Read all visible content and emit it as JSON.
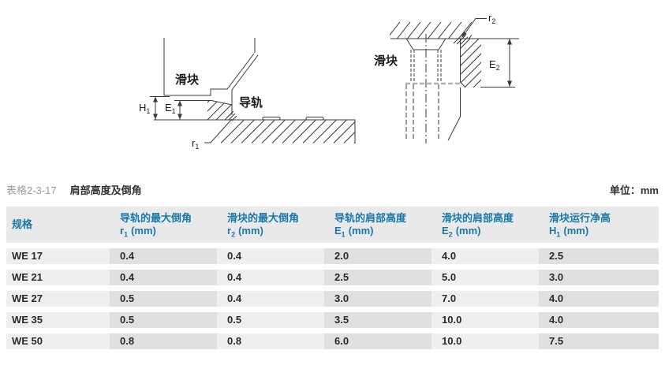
{
  "caption": {
    "label": "表格2-3-17",
    "title": "肩部高度及倒角",
    "unit": "单位：mm"
  },
  "diagrams": {
    "left": {
      "block_label": "滑块",
      "rail_label": "导轨",
      "h1": {
        "base": "H",
        "sub": "1"
      },
      "e1": {
        "base": "E",
        "sub": "1"
      },
      "r1": {
        "base": "r",
        "sub": "1"
      }
    },
    "right": {
      "block_label": "滑块",
      "r2": {
        "base": "r",
        "sub": "2"
      },
      "e2": {
        "base": "E",
        "sub": "2"
      }
    }
  },
  "table": {
    "columns": [
      {
        "label": "规格",
        "symbol": "",
        "sub": "",
        "unit": ""
      },
      {
        "label": "导轨的最大倒角",
        "symbol": "r",
        "sub": "1",
        "unit": "(mm)"
      },
      {
        "label": "滑块的最大倒角",
        "symbol": "r",
        "sub": "2",
        "unit": "(mm)"
      },
      {
        "label": "导轨的肩部高度",
        "symbol": "E",
        "sub": "1",
        "unit": "(mm)"
      },
      {
        "label": "滑块的肩部高度",
        "symbol": "E",
        "sub": "2",
        "unit": "(mm)"
      },
      {
        "label": "滑块运行净高",
        "symbol": "H",
        "sub": "1",
        "unit": "(mm)"
      }
    ],
    "rows": [
      {
        "spec": "WE 17",
        "values": [
          "0.4",
          "0.4",
          "2.0",
          "4.0",
          "2.5"
        ]
      },
      {
        "spec": "WE 21",
        "values": [
          "0.4",
          "0.4",
          "2.5",
          "5.0",
          "3.0"
        ]
      },
      {
        "spec": "WE 27",
        "values": [
          "0.5",
          "0.4",
          "3.0",
          "7.0",
          "4.0"
        ]
      },
      {
        "spec": "WE 35",
        "values": [
          "0.5",
          "0.5",
          "3.5",
          "10.0",
          "4.0"
        ]
      },
      {
        "spec": "WE 50",
        "values": [
          "0.8",
          "0.8",
          "6.0",
          "10.0",
          "7.5"
        ]
      }
    ]
  },
  "colors": {
    "header_text": "#1a79a7",
    "header_bg": "#e9e9e9",
    "col_light": "#efefef",
    "col_dark": "#e0e0e0",
    "caption_label": "#9b9b9b",
    "line": "#3a3a3a"
  }
}
